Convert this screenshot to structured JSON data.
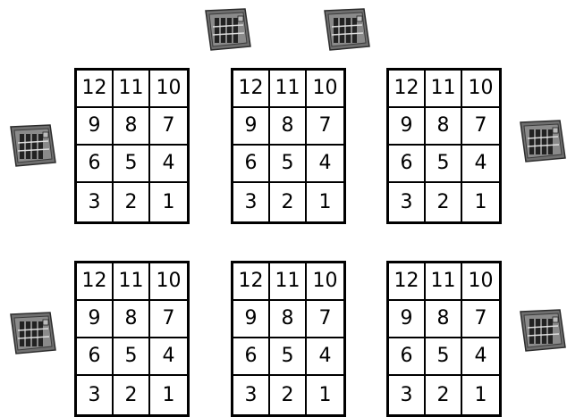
{
  "grids": [
    [
      "12",
      "11",
      "10",
      "9",
      "8",
      "7",
      "6",
      "5",
      "4",
      "3",
      "2",
      "1"
    ],
    [
      "12",
      "11",
      "10",
      "9",
      "8",
      "7",
      "6",
      "5",
      "4",
      "3",
      "2",
      "1"
    ],
    [
      "12",
      "11",
      "10",
      "9",
      "8",
      "7",
      "6",
      "5",
      "4",
      "3",
      "2",
      "1"
    ],
    [
      "12",
      "11",
      "10",
      "9",
      "8",
      "7",
      "6",
      "5",
      "4",
      "3",
      "2",
      "1"
    ],
    [
      "12",
      "11",
      "10",
      "9",
      "8",
      "7",
      "6",
      "5",
      "4",
      "3",
      "2",
      "1"
    ],
    [
      "12",
      "11",
      "10",
      "9",
      "8",
      "7",
      "6",
      "5",
      "4",
      "3",
      "2",
      "1"
    ]
  ],
  "devices": [
    {
      "icon": "device-icon",
      "color": "#6f6f6f"
    },
    {
      "icon": "device-icon",
      "color": "#6f6f6f"
    },
    {
      "icon": "device-icon",
      "color": "#6f6f6f"
    },
    {
      "icon": "device-icon",
      "color": "#6f6f6f"
    },
    {
      "icon": "device-icon",
      "color": "#6f6f6f"
    },
    {
      "icon": "device-icon",
      "color": "#6f6f6f"
    }
  ]
}
